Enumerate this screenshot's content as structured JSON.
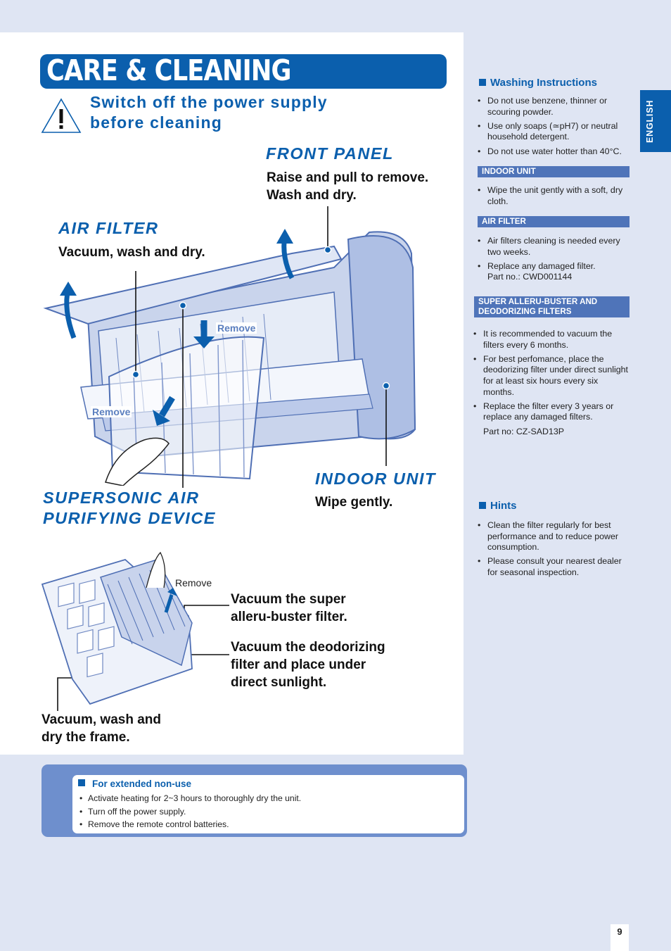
{
  "title": "CARE & CLEANING",
  "warning": {
    "line1": "Switch off the power supply",
    "line2": "before cleaning"
  },
  "front_panel": {
    "heading": "FRONT PANEL",
    "line1": "Raise and pull to remove.",
    "line2": "Wash and dry."
  },
  "air_filter": {
    "heading": "AIR FILTER",
    "instruction": "Vacuum, wash and dry."
  },
  "indoor_unit": {
    "heading": "INDOOR UNIT",
    "instruction": "Wipe gently."
  },
  "supersonic": {
    "line1": "SUPERSONIC AIR",
    "line2": "PURIFYING DEVICE"
  },
  "illustration": {
    "remove_label_1": "Remove",
    "remove_label_2": "Remove",
    "remove_label_3": "Remove"
  },
  "filters_section": {
    "alleru_line1": "Vacuum the super",
    "alleru_line2": "alleru-buster filter.",
    "deodor_line1": "Vacuum the deodorizing",
    "deodor_line2": "filter and place under",
    "deodor_line3": "direct sunlight.",
    "frame_line1": "Vacuum, wash and",
    "frame_line2": "dry the frame."
  },
  "right_column": {
    "washing_heading": "Washing Instructions",
    "washing_items": [
      "Do not use benzene, thinner or scouring powder.",
      "Use only soaps (≃pH7) or neutral household detergent.",
      "Do not use water hotter than 40°C."
    ],
    "indoor_unit_bar": "INDOOR UNIT",
    "indoor_unit_items": [
      "Wipe the unit gently with a soft, dry cloth."
    ],
    "air_filter_bar": "AIR FILTER",
    "air_filter_items": [
      "Air filters cleaning is needed every two weeks.",
      "Replace any damaged filter.",
      "Part no.: CWD001144"
    ],
    "super_bar_line1": "SUPER ALLERU-BUSTER AND",
    "super_bar_line2": "DEODORIZING FILTERS",
    "super_items": [
      "It is recommended to vacuum the filters every 6 months.",
      "For best perfomance, place the deodorizing filter under direct sunlight for at least six hours every six months.",
      "Replace the filter every 3 years or replace any damaged filters.",
      "Part no: CZ-SAD13P"
    ],
    "hints_heading": "Hints",
    "hints_items": [
      "Clean the filter regularly for best performance and to reduce power consumption.",
      "Please consult your nearest dealer for seasonal inspection."
    ]
  },
  "language_tab": "ENGLISH",
  "extended": {
    "heading": "For extended non-use",
    "items": [
      "Activate heating for 2~3 hours to thoroughly dry the unit.",
      "Turn off the power supply.",
      "Remove the remote control batteries."
    ]
  },
  "page_number": "9"
}
